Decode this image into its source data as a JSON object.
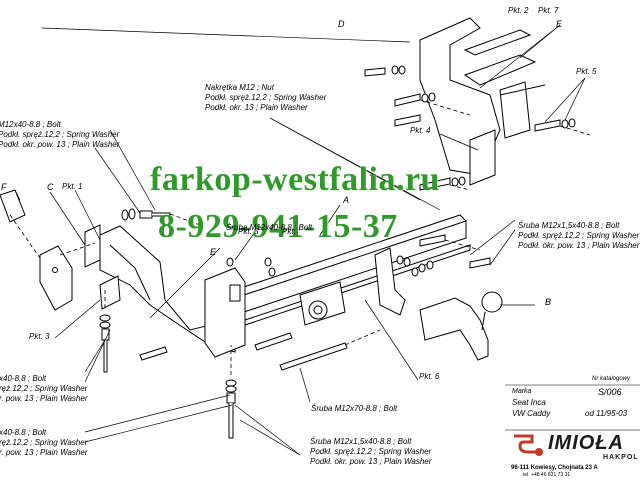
{
  "watermark": {
    "site": "farkop-westfalia.ru",
    "phone": "8-929-941-15-37",
    "color": "#2f9a2a"
  },
  "labels": {
    "D": "D",
    "E_top": "E",
    "E_mid": "E",
    "C": "C",
    "F": "F",
    "A": "A",
    "B": "B",
    "pkt2": "Pkt. 2",
    "pkt7": "Pkt. 7",
    "pkt5_top": "Pkt. 5",
    "pkt4": "Pkt. 4",
    "pkt1": "Pkt. 1",
    "pkt3": "Pkt. 3",
    "pkt5_mid": "Pkt. 5",
    "pkt6": "Pkt. 6",
    "pkt_partial": "Pkt."
  },
  "callouts": {
    "nut": [
      "Nakrętka M12 ; Nut",
      "Podkł. spręż.12,2 ; Spring Washer",
      "Podkł. okr. 13 ; Plain Washer"
    ],
    "left_top": [
      "M12x40-8.8 ;  Bolt",
      "Podkł. spręż.12,2 ; Spring Washer",
      "Podkł. okr. pow. 13 ; Plain Washer"
    ],
    "sruba_top": "Śruba M12x40-8.8 ;  Bolt",
    "right": [
      "Śruba M12x1,5x40-8.8 ;  Bolt",
      "Podkł. spręż.12,2 ; Spring Washer",
      "Podkł. okr. pow. 13 ; Plain Washer"
    ],
    "left_mid": [
      "x40-8.8 ;  Bolt",
      "ręż.12,2 ; Spring Washer",
      "r. pow. 13 ; Plain Washer"
    ],
    "left_bot": [
      "x40-8.8 ;  Bolt",
      "ręż.12,2 ; Spring Washer",
      "r. pow. 13 ; Plain Washer"
    ],
    "sruba_m12x70": "Śruba M12x70-8.8 ;  Bolt",
    "bottom": [
      "Śruba M12x1,5x40-8.8 ;  Bolt",
      "Podkł. spręż.12,2 ; Spring Washer",
      "Podkł. okr. pow. 13 ; Plain Washer"
    ]
  },
  "info": {
    "catalog_label": "Nr katalogowy",
    "catalog_no": "S/006",
    "marka_label": "Marka",
    "model1": "Seat Inca",
    "model2": "VW Caddy",
    "years": "od 11/95-03"
  },
  "company": {
    "logo": "IMIOŁA",
    "sub": "HAKPOL",
    "address": "96-111 Kowiesy, Chojnata 23 A",
    "phone": "tel. +48 46 831 73 31"
  }
}
